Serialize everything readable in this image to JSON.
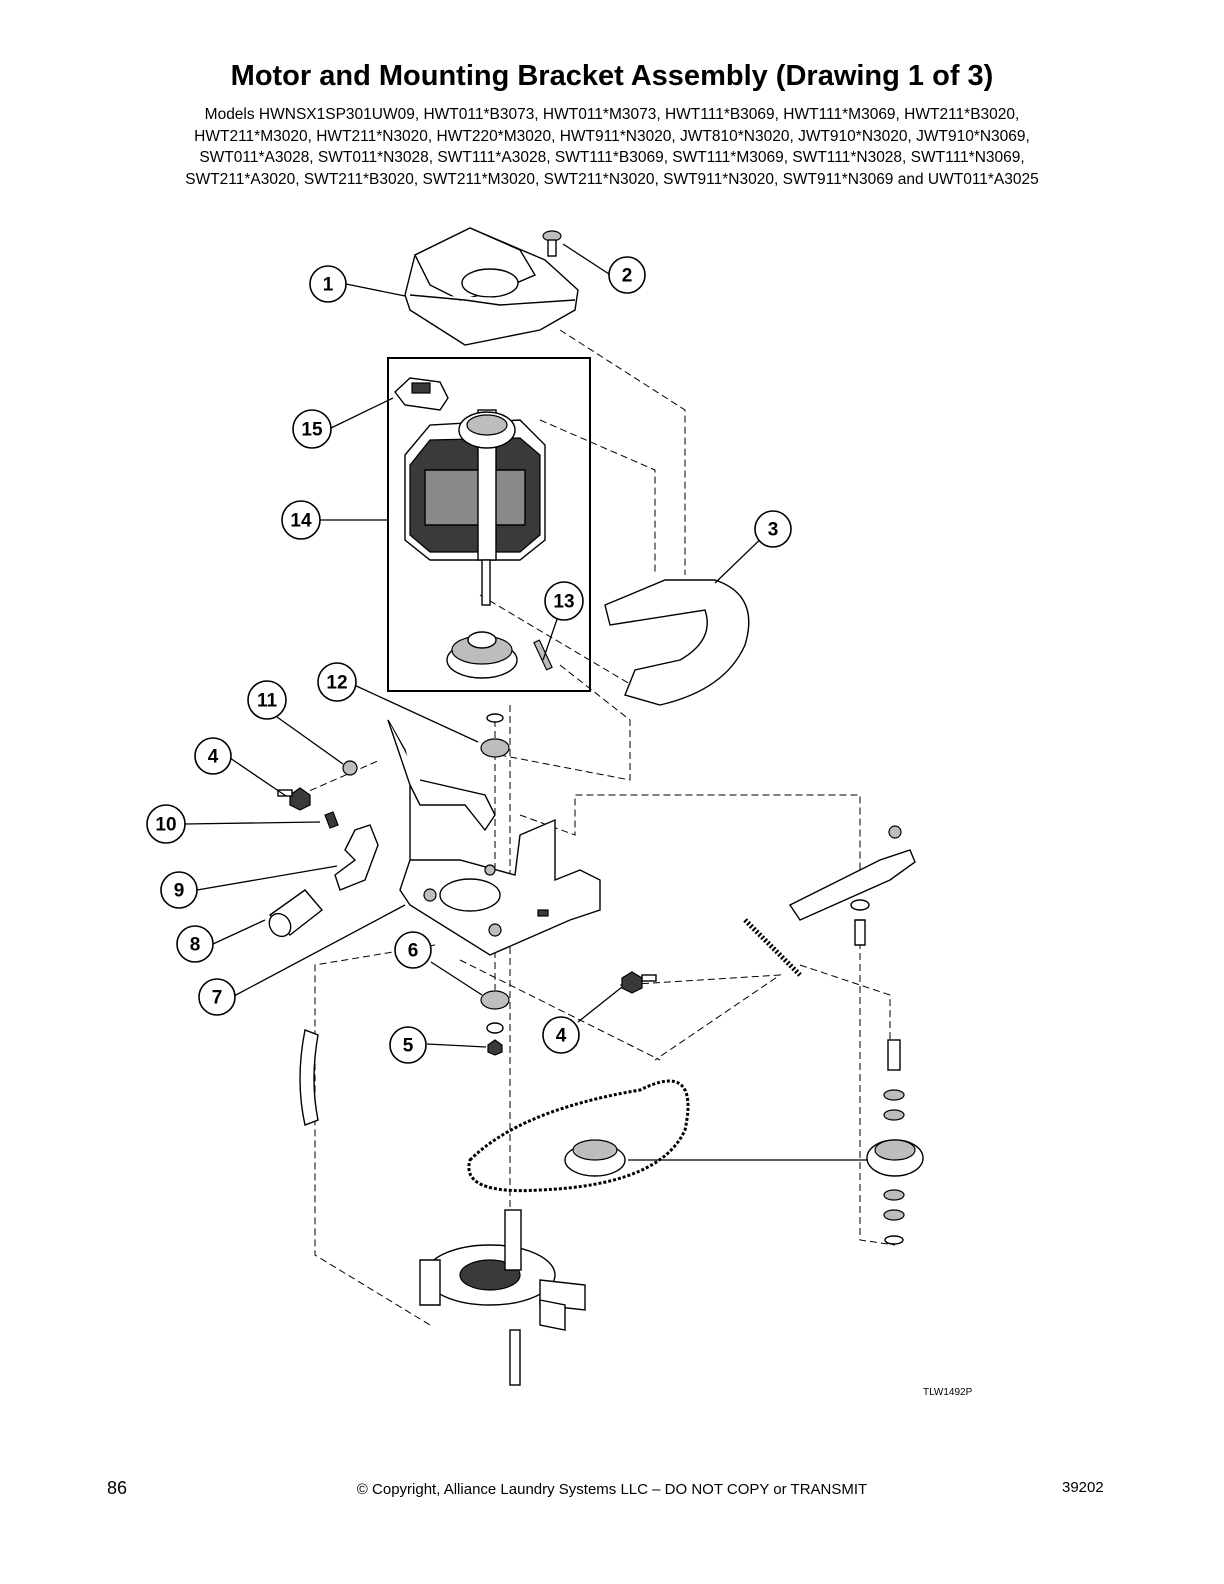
{
  "header": {
    "title": "Motor and Mounting Bracket Assembly (Drawing 1 of 3)",
    "models_lines": [
      "Models HWNSX1SP301UW09, HWT011*B3073, HWT011*M3073, HWT111*B3069, HWT111*M3069, HWT211*B3020,",
      "HWT211*M3020, HWT211*N3020, HWT220*M3020, HWT911*N3020, JWT810*N3020, JWT910*N3020, JWT910*N3069,",
      "SWT011*A3028, SWT011*N3028, SWT111*A3028, SWT111*B3069, SWT111*M3069, SWT111*N3028, SWT111*N3069,",
      "SWT211*A3020, SWT211*B3020, SWT211*M3020, SWT211*N3020, SWT911*N3020, SWT911*N3069 and UWT011*A3025"
    ]
  },
  "diagram": {
    "callouts": [
      "1",
      "2",
      "15",
      "14",
      "3",
      "13",
      "12",
      "11",
      "4",
      "10",
      "9",
      "8",
      "7",
      "6",
      "4",
      "5"
    ],
    "drawing_code": "TLW1492P"
  },
  "footer": {
    "page_number": "86",
    "copyright": "© Copyright, Alliance Laundry Systems LLC – DO NOT COPY or TRANSMIT",
    "doc_number": "39202"
  }
}
